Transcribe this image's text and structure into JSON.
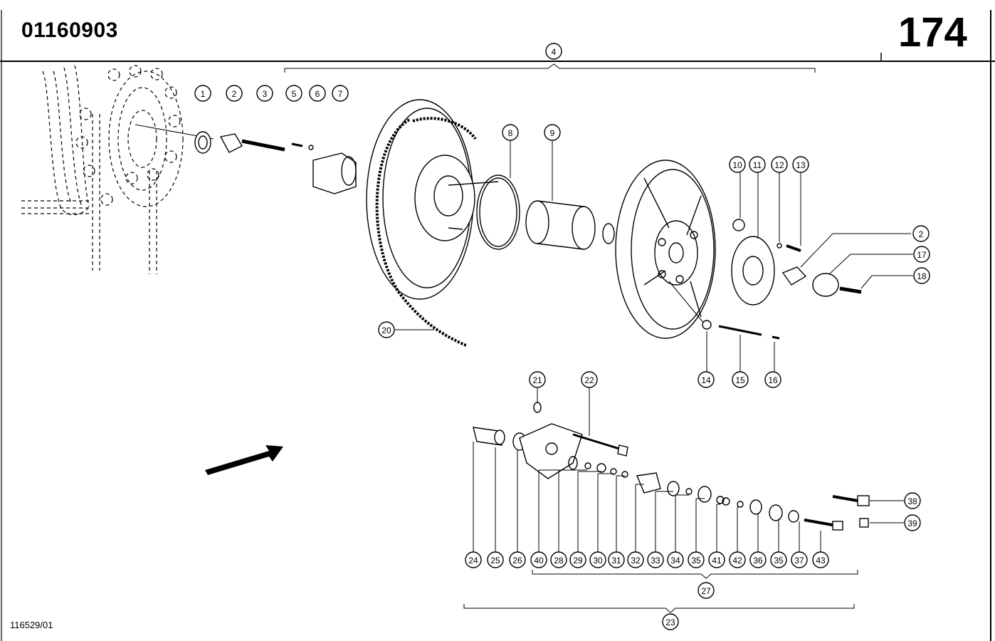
{
  "header": {
    "doc_number": "01160903",
    "page_number": "174"
  },
  "footer": {
    "reference": "116529/01"
  },
  "callouts": [
    "1",
    "2",
    "3",
    "5",
    "6",
    "7",
    "4",
    "8",
    "9",
    "10",
    "11",
    "12",
    "13",
    "2",
    "17",
    "18",
    "20",
    "14",
    "15",
    "16",
    "21",
    "22",
    "24",
    "25",
    "26",
    "40",
    "28",
    "29",
    "30",
    "31",
    "32",
    "33",
    "34",
    "35",
    "41",
    "42",
    "36",
    "35",
    "37",
    "43",
    "38",
    "39",
    "27",
    "23"
  ]
}
